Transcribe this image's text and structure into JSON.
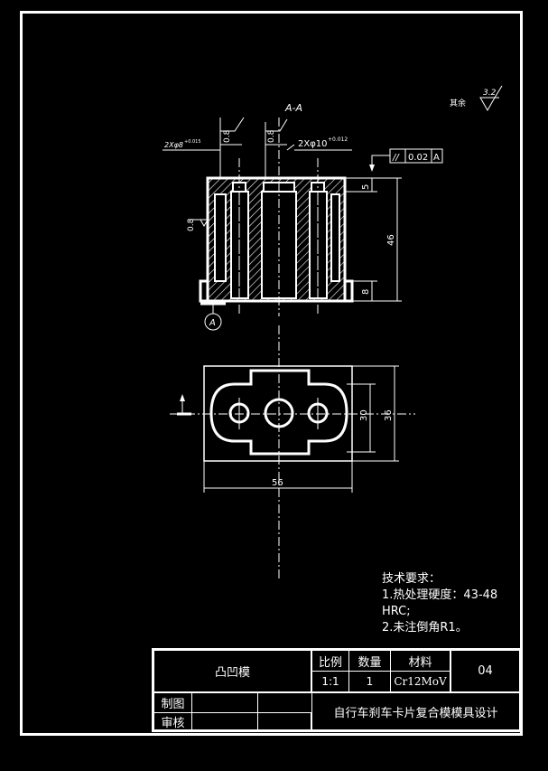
{
  "view_label": "A-A",
  "surface_finish": {
    "other_label": "其余",
    "other_value": "3.2",
    "value_1": "0.8",
    "value_2": "0.8",
    "value_3": "0.8"
  },
  "dims": {
    "holes_small": "2Xφ8",
    "holes_small_tol": "+0.015",
    "holes_mid": "2Xφ10",
    "holes_mid_tol": "+0.012",
    "d5": "5",
    "d46": "46",
    "d8": "8",
    "d30": "30",
    "d36": "36",
    "d56": "56"
  },
  "tolerance_frame": {
    "symbol": "//",
    "value": "0.02",
    "datum": "A"
  },
  "datum_label": "A",
  "tech_req": {
    "title": "技术要求：",
    "line1": "1.热处理硬度：43-48",
    "line2": "HRC;",
    "line3": "2.未注倒角R1。"
  },
  "title_block": {
    "part_name": "凸凹模",
    "scale_label": "比例",
    "qty_label": "数量",
    "material_label": "材料",
    "scale_value": "1:1",
    "qty_value": "1",
    "material_value": "Cr12MoV",
    "drawing_no": "04",
    "drawn_label": "制图",
    "checked_label": "审核",
    "project": "自行车刹车卡片复合模模具设计"
  }
}
